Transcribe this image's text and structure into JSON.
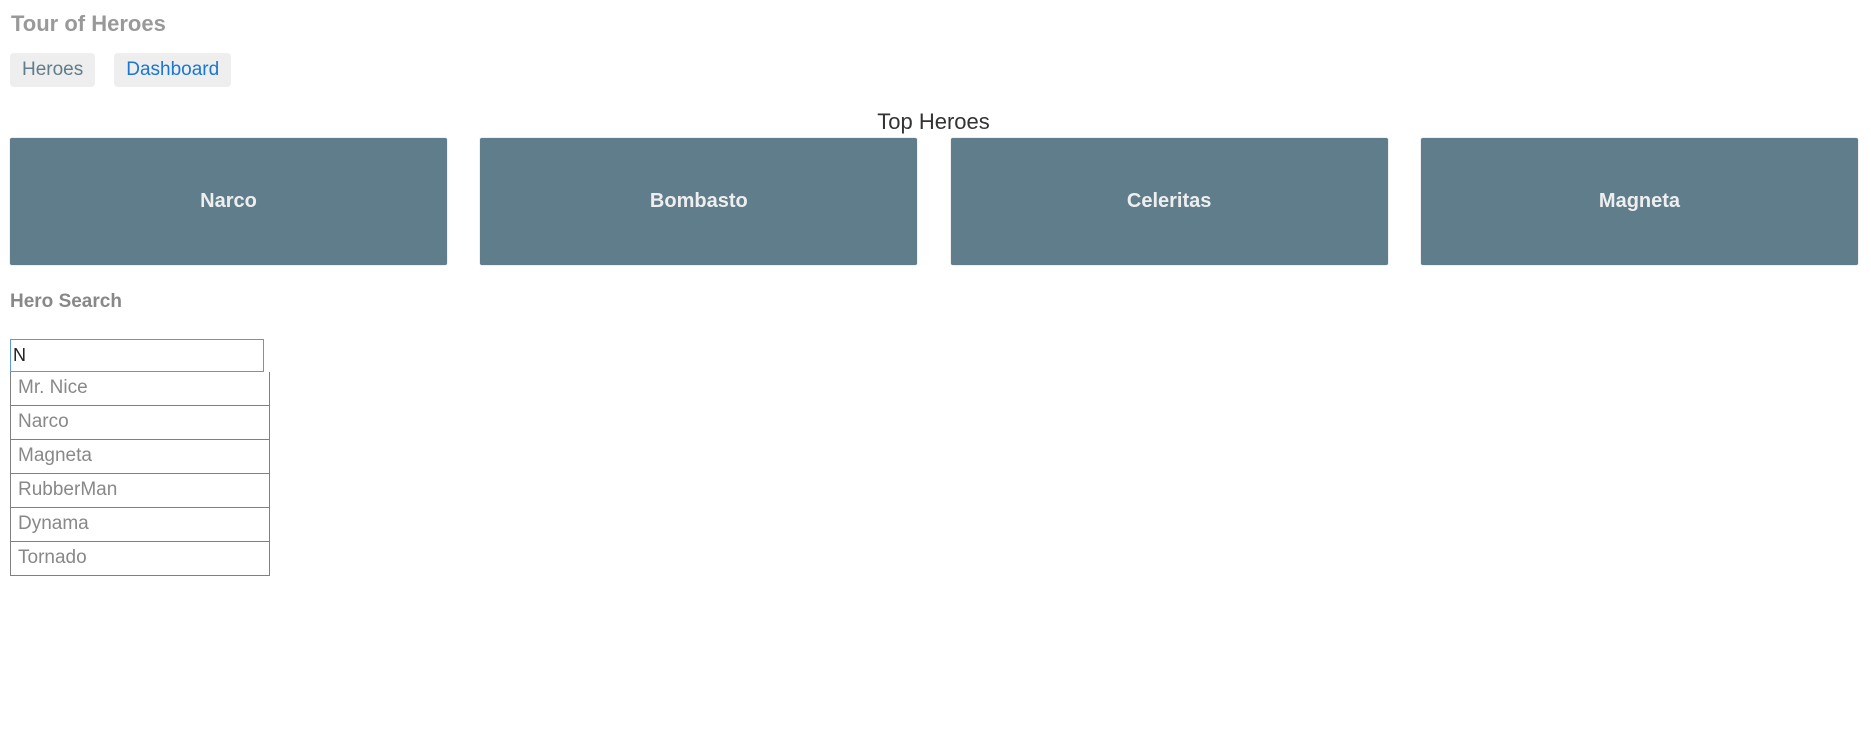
{
  "app": {
    "title": "Tour of Heroes"
  },
  "nav": {
    "items": [
      {
        "label": "Heroes",
        "color": "#607d8b"
      },
      {
        "label": "Dashboard",
        "color": "#1976d2"
      }
    ]
  },
  "dashboard": {
    "title": "Top Heroes",
    "heroes": [
      {
        "name": "Narco"
      },
      {
        "name": "Bombasto"
      },
      {
        "name": "Celeritas"
      },
      {
        "name": "Magneta"
      }
    ],
    "card_color": "#607d8b"
  },
  "search": {
    "title": "Hero Search",
    "value": "N",
    "results": [
      {
        "name": "Mr. Nice"
      },
      {
        "name": "Narco"
      },
      {
        "name": "Magneta"
      },
      {
        "name": "RubberMan"
      },
      {
        "name": "Dynama"
      },
      {
        "name": "Tornado"
      }
    ]
  }
}
